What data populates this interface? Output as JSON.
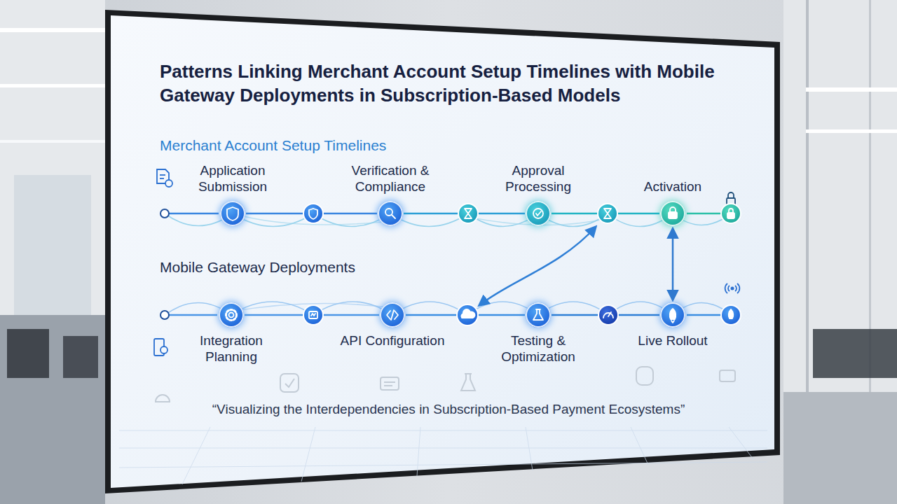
{
  "diagram": {
    "title": "Patterns Linking Merchant Account Setup Timelines with Mobile Gateway Deployments in Subscription-Based Models",
    "caption": "“Visualizing the Interdependencies in Subscription-Based Payment Ecosystems”",
    "nodes": [
      {
        "text": [
          "Application Submission"
        ]
      },
      {
        "text": [
          "Verification & Compliance"
        ]
      },
      {
        "text": [
          "Approval Processing"
        ]
      },
      {
        "text": [
          "Activation"
        ]
      },
      {
        "text": [
          "Integration Planning"
        ]
      },
      {
        "text": [
          "API Configuration"
        ]
      },
      {
        "text": [
          "Testing & Optimization"
        ]
      },
      {
        "text": [
          "Live Rollout"
        ]
      }
    ],
    "edges": [
      {
        "from": 0,
        "to": 1,
        "arrow": "none"
      },
      {
        "from": 1,
        "to": 2,
        "arrow": "none"
      },
      {
        "from": 2,
        "to": 3,
        "arrow": "none"
      },
      {
        "from": 4,
        "to": 5,
        "arrow": "none"
      },
      {
        "from": 5,
        "to": 6,
        "arrow": "none"
      },
      {
        "from": 6,
        "to": 7,
        "arrow": "none"
      },
      {
        "from": 3,
        "to": 7,
        "arrow": "both"
      }
    ],
    "labels": [
      "Merchant Account Setup Timelines",
      "Mobile Gateway Deployments"
    ]
  }
}
